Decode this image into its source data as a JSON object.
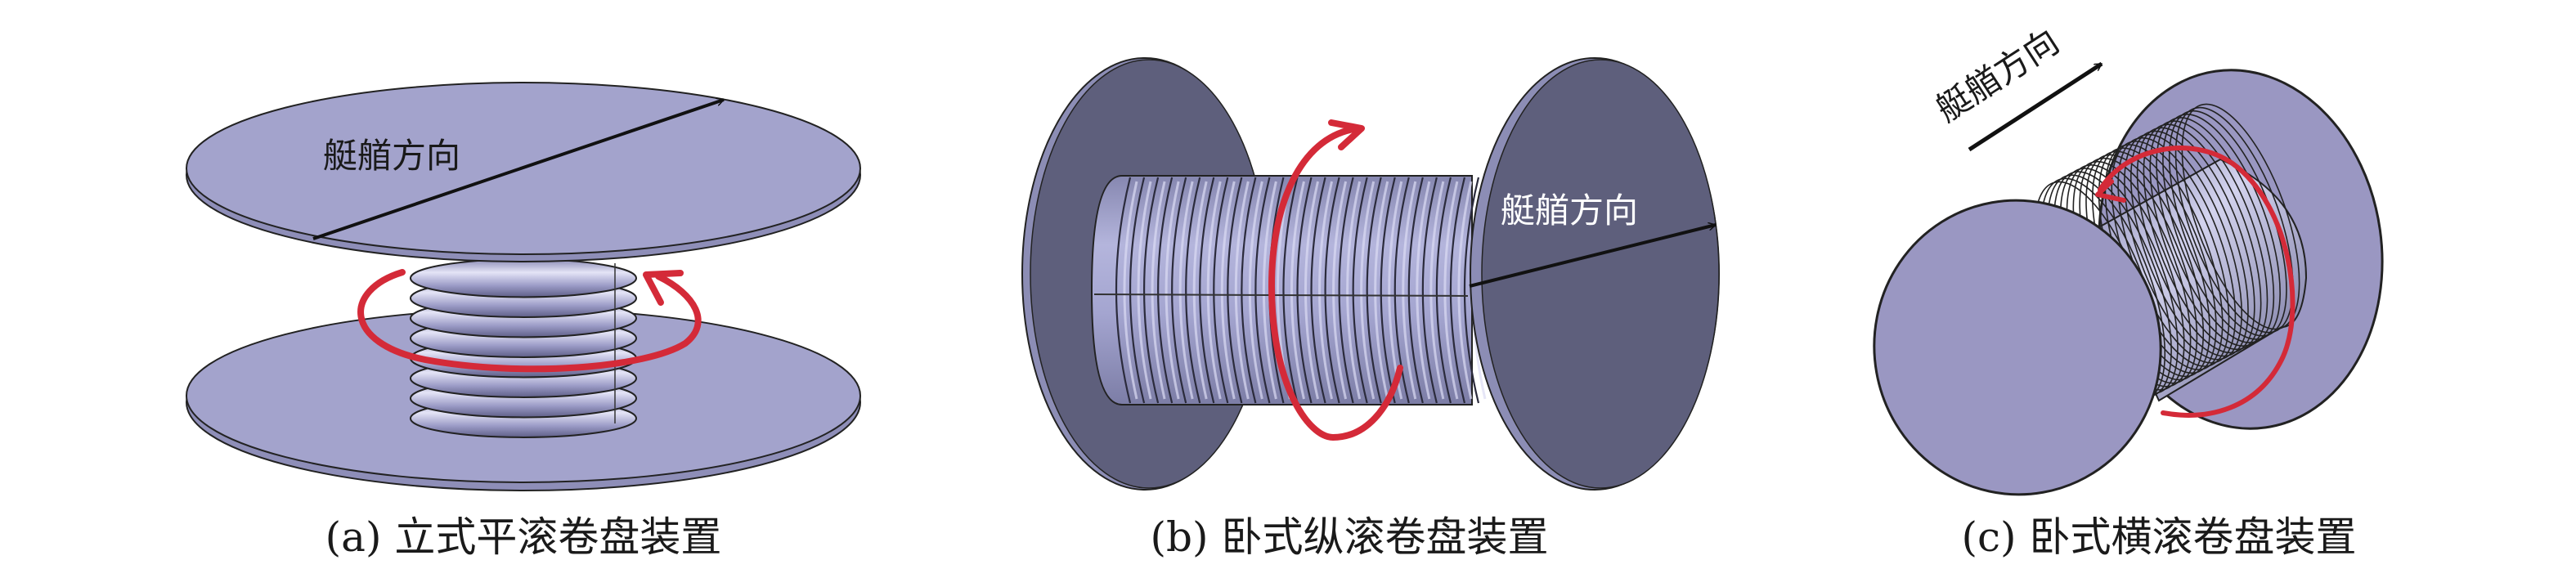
{
  "figure": {
    "panels": [
      {
        "id": "a",
        "caption": "(a) 立式平滚卷盘装置",
        "direction_label": "艇艏方向",
        "orientation": "vertical axis, horizontal winding",
        "disc_color": "#a3a3cc",
        "coil_turns_visible": 8
      },
      {
        "id": "b",
        "caption": "(b) 卧式纵滚卷盘装置",
        "direction_label": "艇艏方向",
        "orientation": "horizontal axis, longitudinal rolling",
        "disc_color": "#5e5f7c",
        "coil_turns_visible": 26
      },
      {
        "id": "c",
        "caption": "(c) 卧式横滚卷盘装置",
        "direction_label": "艇艏方向",
        "orientation": "horizontal axis, transverse rolling",
        "disc_color": "#9a97c2",
        "coil_turns_visible": 24
      }
    ],
    "colors": {
      "rotation_arrow": "#d42a38",
      "direction_arrow": "#111111",
      "coil_light": "#c9c9ea",
      "coil_dark": "#6d6d96",
      "label_on_dark": "#ffffff",
      "label_on_light": "#1a1a1a"
    }
  }
}
